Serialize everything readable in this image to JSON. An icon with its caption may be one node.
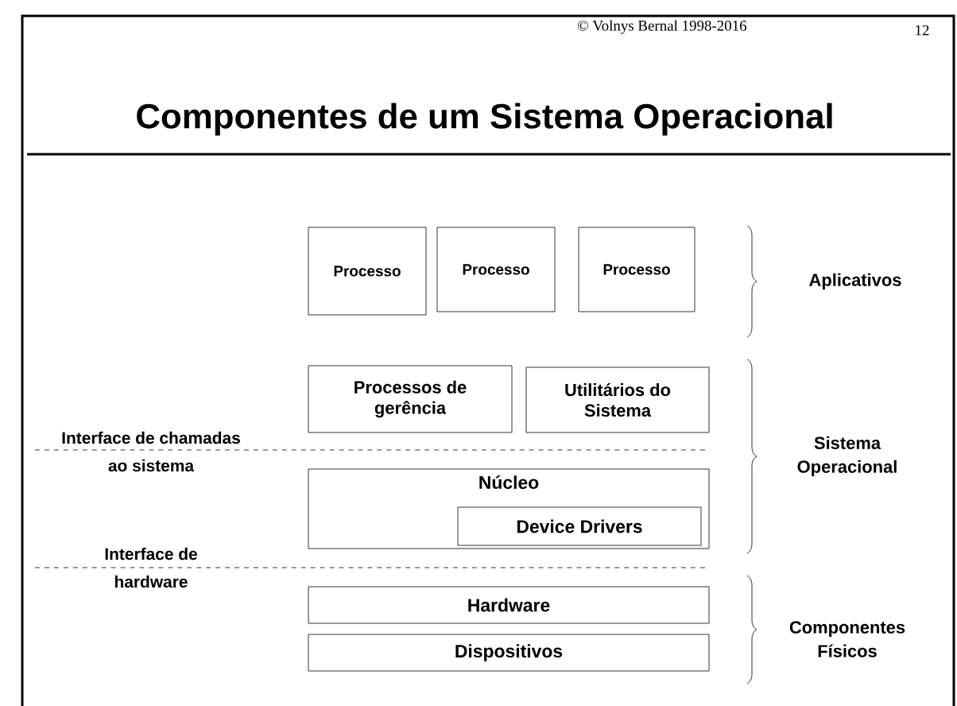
{
  "diagram": {
    "title": "Componentes de um Sistema Operacional",
    "nodes": [
      {
        "text": [
          "Processo"
        ]
      },
      {
        "text": [
          "Processo"
        ]
      },
      {
        "text": [
          "Processo"
        ]
      },
      {
        "text": [
          "Processos de gerência"
        ]
      },
      {
        "text": [
          "Utilitários do Sistema"
        ]
      },
      {
        "text": [
          "Núcleo"
        ]
      },
      {
        "text": [
          "Device Drivers"
        ],
        "in": 5
      },
      {
        "text": [
          "Hardware"
        ]
      },
      {
        "text": [
          "Dispositivos"
        ]
      }
    ],
    "labels": [
      "© Volnys Bernal 1998-2016",
      "12",
      "Aplicativos",
      "Interface de chamadas ao sistema",
      "Sistema Operacional",
      "Interface de hardware",
      "Componentes Físicos"
    ]
  }
}
